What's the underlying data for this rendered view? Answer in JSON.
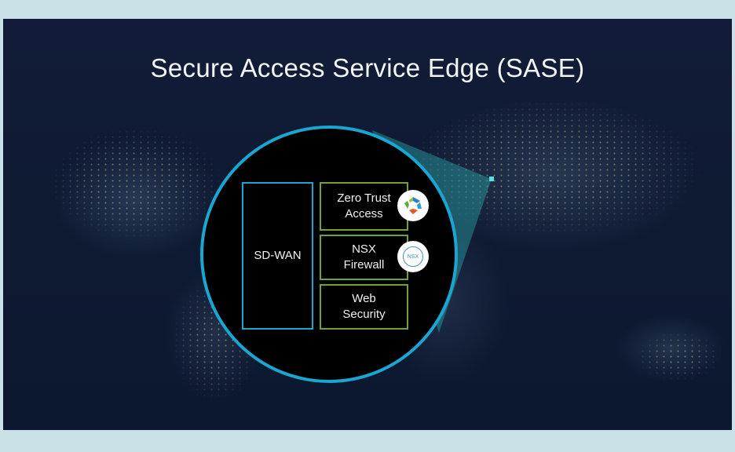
{
  "slide": {
    "title": "Secure Access Service Edge (SASE)",
    "sd_wan_label": "SD-WAN",
    "services": [
      {
        "line1": "Zero Trust",
        "line2": "Access",
        "icon": "zero-trust-logo-icon"
      },
      {
        "line1": "NSX",
        "line2": "Firewall",
        "icon": "nsx-logo-icon"
      },
      {
        "line1": "Web",
        "line2": "Security",
        "icon": null
      }
    ],
    "nsx_badge": "NSX",
    "colors": {
      "ring": "#1aa6d0",
      "service_border": "#6fa33a",
      "beam": "#2aa6a8"
    }
  }
}
